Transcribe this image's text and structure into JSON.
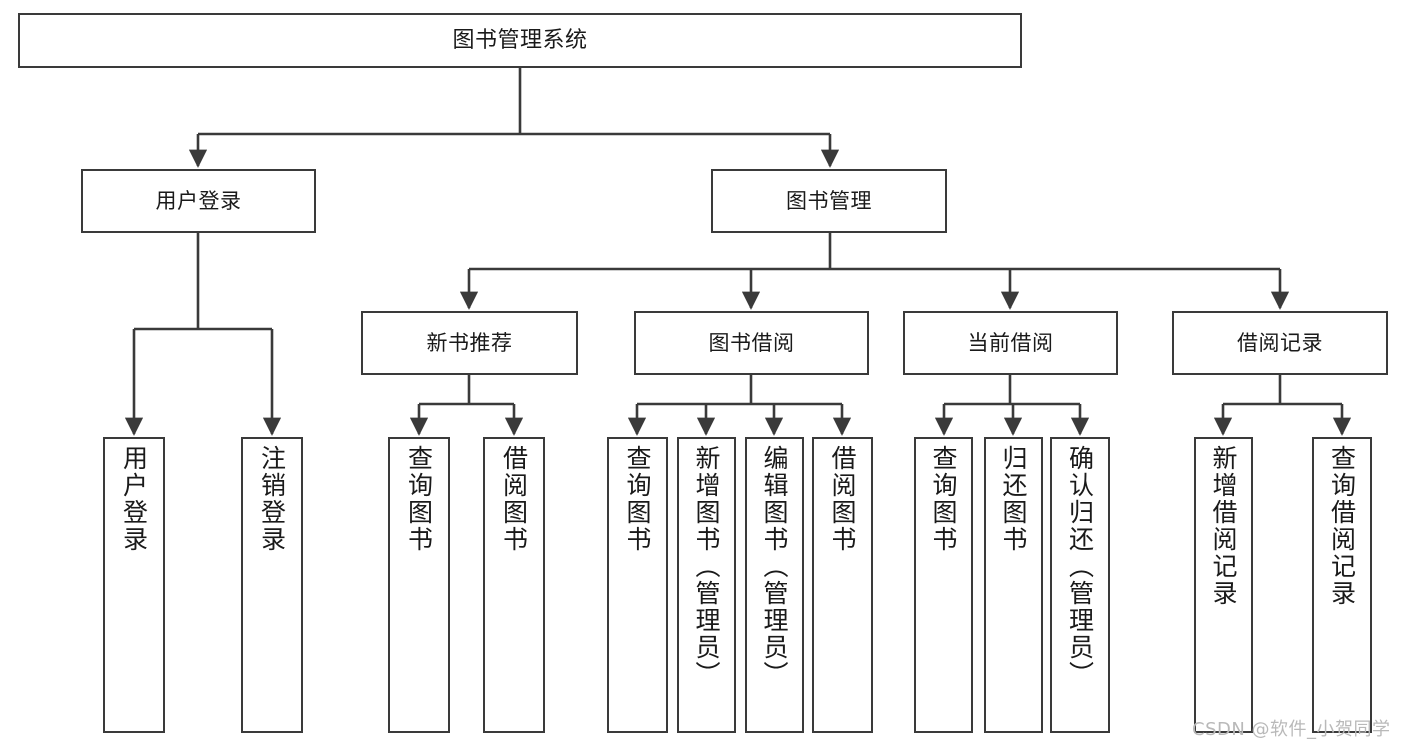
{
  "diagram": {
    "title": "图书管理系统",
    "type": "tree-hierarchy",
    "watermark": "CSDN @软件_小贺同学",
    "colors": {
      "box_border": "#3a3a3a",
      "box_fill": "#ffffff",
      "edge": "#3a3a3a",
      "text": "#1a1a1a",
      "watermark": "#b9b9b9",
      "background": "#ffffff"
    },
    "nodes": {
      "root": {
        "label": "图书管理系统"
      },
      "level2": [
        {
          "label": "用户登录"
        },
        {
          "label": "图书管理"
        }
      ],
      "level3": [
        {
          "label": "新书推荐"
        },
        {
          "label": "图书借阅"
        },
        {
          "label": "当前借阅"
        },
        {
          "label": "借阅记录"
        }
      ],
      "leaves": {
        "user_login": [
          {
            "label": "用户登录"
          },
          {
            "label": "注销登录"
          }
        ],
        "new_book_recommend": [
          {
            "label": "查询图书"
          },
          {
            "label": "借阅图书"
          }
        ],
        "book_borrow": [
          {
            "label": "查询图书"
          },
          {
            "label": "新增图书（管理员）"
          },
          {
            "label": "编辑图书（管理员）"
          },
          {
            "label": "借阅图书"
          }
        ],
        "current_borrow": [
          {
            "label": "查询图书"
          },
          {
            "label": "归还图书"
          },
          {
            "label": "确认归还（管理员）"
          }
        ],
        "borrow_record": [
          {
            "label": "新增借阅记录"
          },
          {
            "label": "查询借阅记录"
          }
        ]
      }
    }
  }
}
